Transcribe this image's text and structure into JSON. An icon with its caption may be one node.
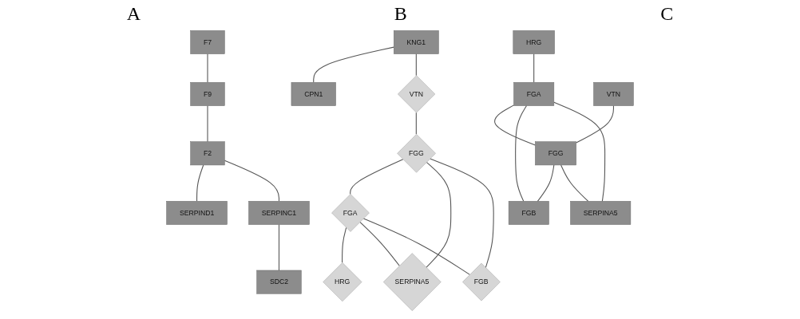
{
  "diagram": {
    "nodes": [
      {
        "text": [
          "F7"
        ]
      },
      {
        "text": [
          "F9"
        ]
      },
      {
        "text": [
          "F2"
        ]
      },
      {
        "text": [
          "SERPIND1"
        ]
      },
      {
        "text": [
          "SERPINC1"
        ]
      },
      {
        "text": [
          "SDC2"
        ]
      },
      {
        "text": [
          "CPN1"
        ]
      },
      {
        "text": [
          "KNG1"
        ]
      },
      {
        "text": [
          "HRG"
        ]
      },
      {
        "text": [
          "VTN"
        ]
      },
      {
        "text": [
          "FGG"
        ]
      },
      {
        "text": [
          "FGA"
        ]
      },
      {
        "text": [
          "SERPINA5"
        ]
      },
      {
        "text": [
          "FGB"
        ]
      },
      {
        "text": [
          "HRG"
        ]
      },
      {
        "text": [
          "FGA"
        ]
      },
      {
        "text": [
          "VTN"
        ]
      },
      {
        "text": [
          "FGG"
        ]
      },
      {
        "text": [
          "FGB"
        ]
      },
      {
        "text": [
          "SERPINA5"
        ]
      }
    ],
    "edges": [
      {
        "from": 0,
        "to": 1,
        "arrow": "none"
      },
      {
        "from": 1,
        "to": 2,
        "arrow": "none"
      },
      {
        "from": 2,
        "to": 3,
        "arrow": "none"
      },
      {
        "from": 2,
        "to": 4,
        "arrow": "none"
      },
      {
        "from": 4,
        "to": 5,
        "arrow": "none"
      },
      {
        "from": 7,
        "to": 6,
        "arrow": "none"
      },
      {
        "from": 7,
        "to": 9,
        "arrow": "none"
      },
      {
        "from": 9,
        "to": 10,
        "arrow": "none"
      },
      {
        "from": 10,
        "to": 11,
        "arrow": "none"
      },
      {
        "from": 10,
        "to": 12,
        "arrow": "none"
      },
      {
        "from": 10,
        "to": 13,
        "arrow": "none"
      },
      {
        "from": 11,
        "to": 8,
        "arrow": "none"
      },
      {
        "from": 11,
        "to": 12,
        "arrow": "none"
      },
      {
        "from": 11,
        "to": 13,
        "arrow": "none"
      },
      {
        "from": 14,
        "to": 15,
        "arrow": "none"
      },
      {
        "from": 16,
        "to": 17,
        "arrow": "none"
      },
      {
        "from": 15,
        "to": 17,
        "arrow": "none"
      },
      {
        "from": 15,
        "to": 18,
        "arrow": "none"
      },
      {
        "from": 15,
        "to": 19,
        "arrow": "none"
      },
      {
        "from": 17,
        "to": 18,
        "arrow": "none"
      },
      {
        "from": 17,
        "to": 19,
        "arrow": "none"
      }
    ],
    "labels": [
      "A",
      "B",
      "C"
    ]
  }
}
